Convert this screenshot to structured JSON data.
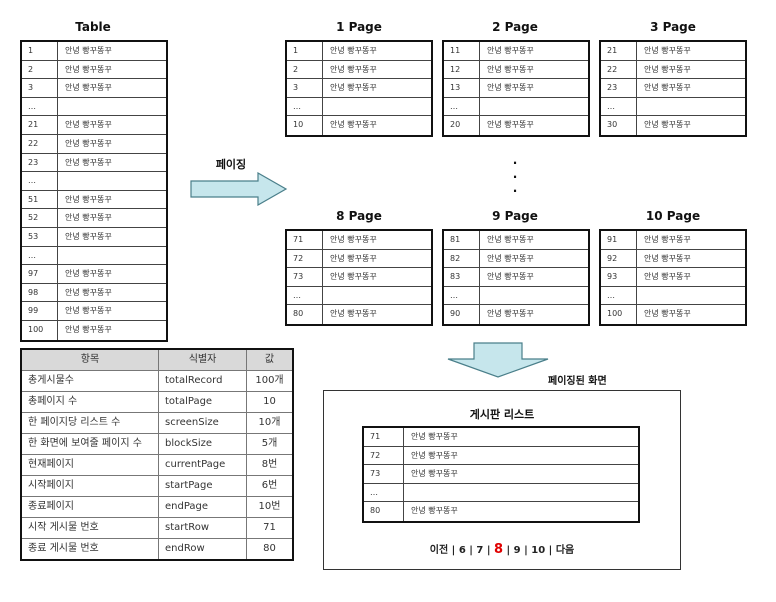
{
  "source_table": {
    "title": "Table",
    "rows": [
      {
        "no": "1",
        "text": "안녕 빵꾸똥꾸"
      },
      {
        "no": "2",
        "text": "안녕 빵꾸똥꾸"
      },
      {
        "no": "3",
        "text": "안녕 빵꾸똥꾸"
      },
      {
        "no": "…",
        "text": ""
      },
      {
        "no": "21",
        "text": "안녕 빵꾸똥꾸"
      },
      {
        "no": "22",
        "text": "안녕 빵꾸똥꾸"
      },
      {
        "no": "23",
        "text": "안녕 빵꾸똥꾸"
      },
      {
        "no": "…",
        "text": ""
      },
      {
        "no": "51",
        "text": "안녕 빵꾸똥꾸"
      },
      {
        "no": "52",
        "text": "안녕 빵꾸똥꾸"
      },
      {
        "no": "53",
        "text": "안녕 빵꾸똥꾸"
      },
      {
        "no": "…",
        "text": ""
      },
      {
        "no": "97",
        "text": "안녕 빵꾸똥꾸"
      },
      {
        "no": "98",
        "text": "안녕 빵꾸똥꾸"
      },
      {
        "no": "99",
        "text": "안녕 빵꾸똥꾸"
      },
      {
        "no": "100",
        "text": "안녕 빵꾸똥꾸"
      }
    ]
  },
  "paging_arrow_label": "페이징",
  "paged_arrow_label": "페이징된 화면",
  "ellipsis": [
    "·",
    "·",
    "·"
  ],
  "pages": [
    {
      "title": "1 Page",
      "rows": [
        {
          "no": "1",
          "text": "안녕 빵꾸똥꾸"
        },
        {
          "no": "2",
          "text": "안녕 빵꾸똥꾸"
        },
        {
          "no": "3",
          "text": "안녕 빵꾸똥꾸"
        },
        {
          "no": "…",
          "text": ""
        },
        {
          "no": "10",
          "text": "안녕 빵꾸똥꾸"
        }
      ]
    },
    {
      "title": "2 Page",
      "rows": [
        {
          "no": "11",
          "text": "안녕 빵꾸똥꾸"
        },
        {
          "no": "12",
          "text": "안녕 빵꾸똥꾸"
        },
        {
          "no": "13",
          "text": "안녕 빵꾸똥꾸"
        },
        {
          "no": "…",
          "text": ""
        },
        {
          "no": "20",
          "text": "안녕 빵꾸똥꾸"
        }
      ]
    },
    {
      "title": "3 Page",
      "rows": [
        {
          "no": "21",
          "text": "안녕 빵꾸똥꾸"
        },
        {
          "no": "22",
          "text": "안녕 빵꾸똥꾸"
        },
        {
          "no": "23",
          "text": "안녕 빵꾸똥꾸"
        },
        {
          "no": "…",
          "text": ""
        },
        {
          "no": "30",
          "text": "안녕 빵꾸똥꾸"
        }
      ]
    },
    {
      "title": "8 Page",
      "rows": [
        {
          "no": "71",
          "text": "안녕 빵꾸똥꾸"
        },
        {
          "no": "72",
          "text": "안녕 빵꾸똥꾸"
        },
        {
          "no": "73",
          "text": "안녕 빵꾸똥꾸"
        },
        {
          "no": "…",
          "text": ""
        },
        {
          "no": "80",
          "text": "안녕 빵꾸똥꾸"
        }
      ]
    },
    {
      "title": "9 Page",
      "rows": [
        {
          "no": "81",
          "text": "안녕 빵꾸똥꾸"
        },
        {
          "no": "82",
          "text": "안녕 빵꾸똥꾸"
        },
        {
          "no": "83",
          "text": "안녕 빵꾸똥꾸"
        },
        {
          "no": "…",
          "text": ""
        },
        {
          "no": "90",
          "text": "안녕 빵꾸똥꾸"
        }
      ]
    },
    {
      "title": "10 Page",
      "rows": [
        {
          "no": "91",
          "text": "안녕 빵꾸똥꾸"
        },
        {
          "no": "92",
          "text": "안녕 빵꾸똥꾸"
        },
        {
          "no": "93",
          "text": "안녕 빵꾸똥꾸"
        },
        {
          "no": "…",
          "text": ""
        },
        {
          "no": "100",
          "text": "안녕 빵꾸똥꾸"
        }
      ]
    }
  ],
  "info_table": {
    "headers": [
      "항목",
      "식별자",
      "값"
    ],
    "rows": [
      {
        "item": "총게시물수",
        "id": "totalRecord",
        "value": "100개"
      },
      {
        "item": "총페이지 수",
        "id": "totalPage",
        "value": "10"
      },
      {
        "item": "한 페이지당 리스트 수",
        "id": "screenSize",
        "value": "10개"
      },
      {
        "item": "한 화면에 보여줄 페이지 수",
        "id": "blockSize",
        "value": "5개"
      },
      {
        "item": "현재페이지",
        "id": "currentPage",
        "value": "8번"
      },
      {
        "item": "시작페이지",
        "id": "startPage",
        "value": "6번"
      },
      {
        "item": "종료페이지",
        "id": "endPage",
        "value": "10번"
      },
      {
        "item": "시작 게시물 번호",
        "id": "startRow",
        "value": "71"
      },
      {
        "item": "종료 게시물 번호",
        "id": "endRow",
        "value": "80"
      }
    ]
  },
  "board": {
    "title": "게시판 리스트",
    "rows": [
      {
        "no": "71",
        "text": "안녕 빵꾸똥꾸"
      },
      {
        "no": "72",
        "text": "안녕 빵꾸똥꾸"
      },
      {
        "no": "73",
        "text": "안녕 빵꾸똥꾸"
      },
      {
        "no": "…",
        "text": ""
      },
      {
        "no": "80",
        "text": "안녕 빵꾸똥꾸"
      }
    ],
    "pager": {
      "prev": "이전",
      "sep": "|",
      "before": [
        "6",
        "7"
      ],
      "current": "8",
      "after": [
        "9",
        "10"
      ],
      "next": "다음"
    }
  },
  "colors": {
    "arrow_fill": "#c6e6ec",
    "arrow_stroke": "#4a7f8a",
    "current_page": "#e00000"
  }
}
